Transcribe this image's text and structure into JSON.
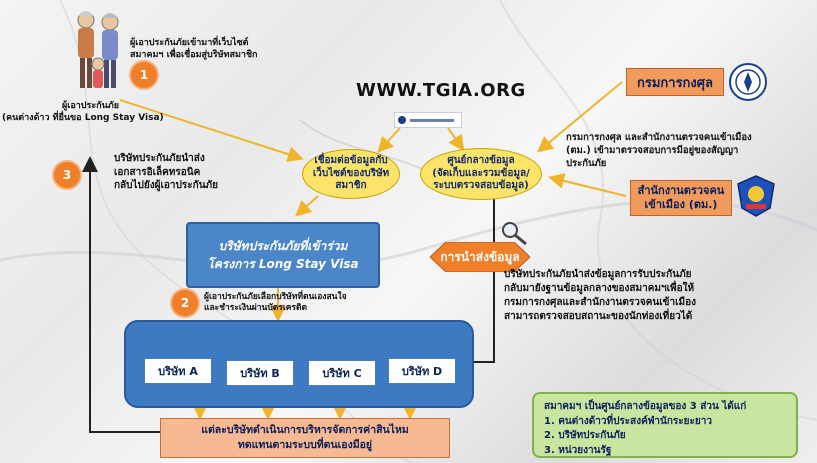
{
  "header": {
    "url": "WWW.TGIA.ORG"
  },
  "insured": {
    "caption": "ผู้เอาประกันภัย",
    "caption_sub": "(คนต่างด้าว ที่ยื่นขอ Long Stay Visa)"
  },
  "steps": {
    "step1": {
      "number": "1",
      "line1": "ผู้เอาประกันภัยเข้ามาที่เว็บไซต์",
      "line2": "สมาคมฯ เพื่อเชื่อมสู่บริษัทสมาชิก"
    },
    "step2": {
      "number": "2",
      "line1": "ผู้เอาประกันภัยเลือกบริษัทที่ตนเองสนใจ",
      "line2": "และชำระเงินผ่านบัตรเครดิต"
    },
    "step3": {
      "number": "3",
      "line1": "บริษัทประกันภัยนำส่ง",
      "line2": "เอกสารอิเล็คทรอนิค",
      "line3": "กลับไปยังผู้เอาประกันภัย"
    }
  },
  "ellipses": {
    "connect": {
      "line1": "เชื่อมต่อข้อมูลกับ",
      "line2": "เว็บไซต์ของบริษัท",
      "line3": "สมาชิก"
    },
    "center": {
      "line1": "ศูนย์กลางข้อมูล",
      "line2": "(จัดเก็บและรวมข้อมูล/",
      "line3": "ระบบตรวจสอบข้อมูล)"
    }
  },
  "agencies": {
    "consular": {
      "label": "กรมการกงศุล"
    },
    "immigration": {
      "line1": "สำนักงานตรวจคน",
      "line2": "เข้าเมือง (ตม.)"
    },
    "note": {
      "line1": "กรมการกงศุล และสำนักงานตรวจคนเข้าเมือง",
      "line2": "(ตม.) เข้ามาตรวจสอบการมีอยู่ของสัญญา",
      "line3": "ประกันภัย"
    }
  },
  "insurer_box": {
    "line1": "บริษัทประกันภัยที่เข้าร่วม",
    "line2": "โครงการ Long Stay Visa"
  },
  "send_data": {
    "label": "การนำส่งข้อมูล"
  },
  "send_note": {
    "line1": "บริษัทประกันภัยนำส่งข้อมูลการรับประกันภัย",
    "line2": "กลับมายังฐานข้อมูลกลางของสมาคมฯเพื่อให้",
    "line3": "กรมการกงศุลและสำนักงานตรวจคนเข้าเมือง",
    "line4": "สามารถตรวจสอบสถานะของนักท่องเที่ยวได้"
  },
  "companies": [
    {
      "label": "บริษัท A"
    },
    {
      "label": "บริษัท B"
    },
    {
      "label": "บริษัท C"
    },
    {
      "label": "บริษัท D"
    }
  ],
  "bottom_box": {
    "line1": "แต่ละบริษัทดำเนินการบริหารจัดการค่าสินไหม",
    "line2": "ทดแทนตามระบบที่ตนเองมีอยู่"
  },
  "summary": {
    "title": "สมาคมฯ เป็นศูนย์กลางข้อมูลของ 3 ส่วน ได้แก่",
    "items": [
      "1.  คนต่างด้าวที่ประสงค์พำนักระยะยาว",
      "2.  บริษัทประกันภัย",
      "3.  หน่วยงานรัฐ"
    ]
  },
  "colors": {
    "orange": "#f07f2a",
    "yellow": "#fce36a",
    "blue": "#4a86c8",
    "green": "#c8e6a0",
    "arrow": "#f0b42a"
  }
}
